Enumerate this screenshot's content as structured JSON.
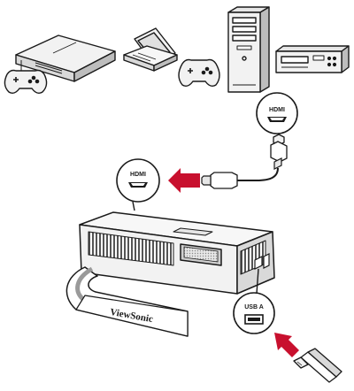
{
  "labels": {
    "hdmi_source": "HDMI",
    "hdmi_projector": "HDMI",
    "usb_port": "USB A",
    "brand": "ViewSonic"
  },
  "colors": {
    "arrow": "#c8102e",
    "line": "#1a1a1a",
    "fill_light": "#f2f2f2",
    "fill_mid": "#d9d9d9",
    "fill_dark": "#9a9a9a"
  },
  "icons": {
    "sources": [
      "game-console-icon",
      "laptop-icon",
      "gamepad-icon",
      "desktop-tower-icon",
      "vcr-icon"
    ],
    "ports": [
      "hdmi-port-icon",
      "usb-a-port-icon"
    ]
  }
}
